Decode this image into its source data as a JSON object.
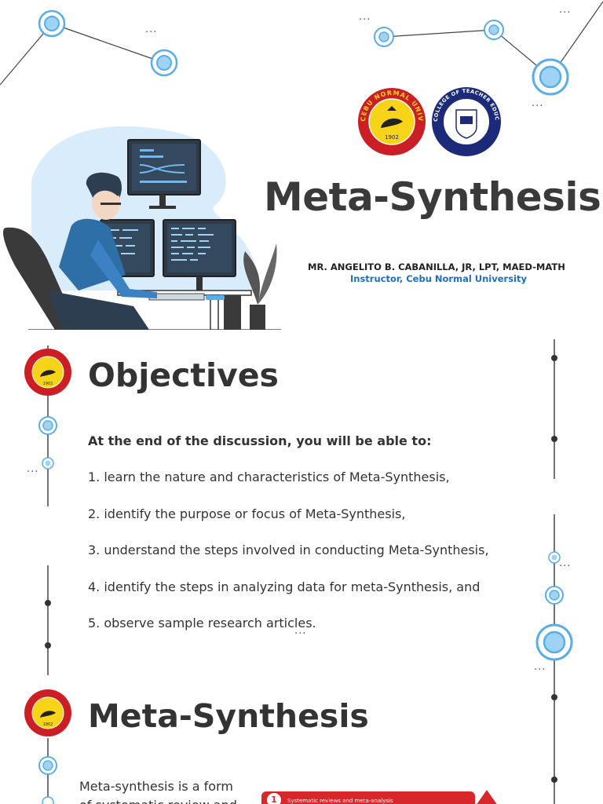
{
  "slide1": {
    "title": "Meta-Synthesis",
    "presenter": "MR. ANGELITO B. CABANILLA, JR, LPT, MAED-MATH",
    "instructor": "Instructor, Cebu Normal University",
    "logo1": {
      "name": "cebu-normal-university-seal",
      "ring_text": "CEBU NORMAL UNIVERSITY",
      "year": "1902"
    },
    "logo2": {
      "name": "college-of-teacher-education-seal",
      "ring_text": "COLLEGE OF TEACHER EDUCATION"
    }
  },
  "slide2": {
    "heading": "Objectives",
    "intro": "At the end of the discussion, you will be able to:",
    "items": [
      "1. learn the nature and characteristics of Meta-Synthesis,",
      "2. identify the purpose or focus of Meta-Synthesis,",
      "3. understand the steps involved in conducting Meta-Synthesis,",
      "4. identify the steps in analyzing data for meta-Synthesis, and",
      "5. observe sample research articles."
    ]
  },
  "slide3": {
    "heading": "Meta-Synthesis",
    "definition": "Meta-synthesis is a form of systematic review and",
    "callout_number": "1",
    "callout_text": "Systematic reviews and meta-analysis"
  },
  "colors": {
    "accent_blue": "#1f6fbf",
    "node_blue": "#5aaee8",
    "node_fill": "#9fd3f5",
    "seal_red": "#cc1f25",
    "seal_yellow": "#f7d417",
    "navy": "#1c2a7a",
    "callout_red": "#d8272a"
  }
}
